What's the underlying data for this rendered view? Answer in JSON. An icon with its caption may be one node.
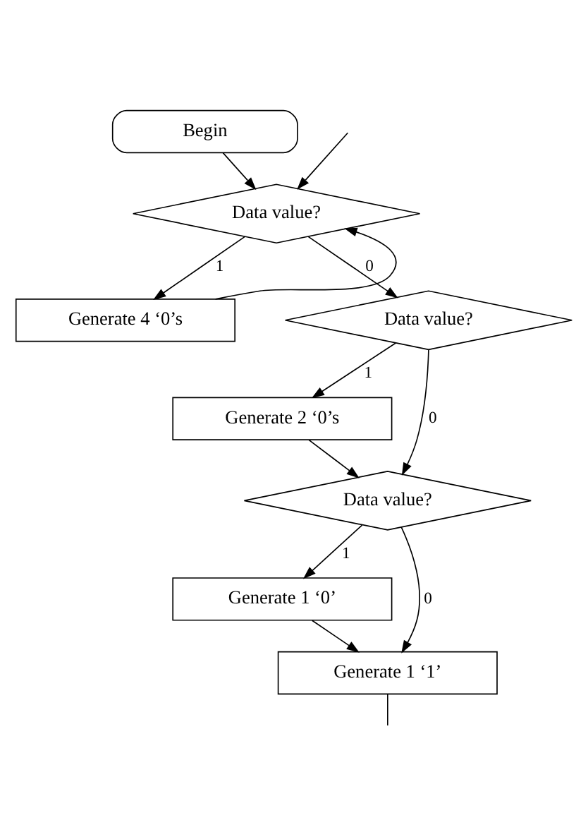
{
  "diagram": {
    "nodes": [
      {
        "text": [
          "Begin"
        ]
      },
      {
        "text": [
          "Data value?"
        ]
      },
      {
        "text": [
          "Generate 4 ‘0’s"
        ]
      },
      {
        "text": [
          "Data value?"
        ]
      },
      {
        "text": [
          "Generate 2 ‘0’s"
        ]
      },
      {
        "text": [
          "Data value?"
        ]
      },
      {
        "text": [
          "Generate 1 ‘0’"
        ]
      },
      {
        "text": [
          "Generate 1 ‘1’"
        ]
      }
    ],
    "edges": [
      {
        "from": 0,
        "to": 1,
        "arrow": "to"
      },
      {
        "from": 1,
        "to": 2,
        "arrow": "to",
        "label": "1"
      },
      {
        "from": 2,
        "to": 1,
        "arrow": "to"
      },
      {
        "from": 1,
        "to": 3,
        "arrow": "to",
        "label": "0"
      },
      {
        "from": 3,
        "to": 4,
        "arrow": "to",
        "label": "1"
      },
      {
        "from": 4,
        "to": 5,
        "arrow": "to"
      },
      {
        "from": 3,
        "to": 5,
        "arrow": "to",
        "label": "0"
      },
      {
        "from": 5,
        "to": 6,
        "arrow": "to",
        "label": "1"
      },
      {
        "from": 6,
        "to": 7,
        "arrow": "to"
      },
      {
        "from": 5,
        "to": 7,
        "arrow": "to",
        "label": "0"
      },
      {
        "from": 7,
        "to": null,
        "arrow": "none"
      },
      {
        "from": null,
        "to": 1,
        "arrow": "to"
      }
    ]
  }
}
